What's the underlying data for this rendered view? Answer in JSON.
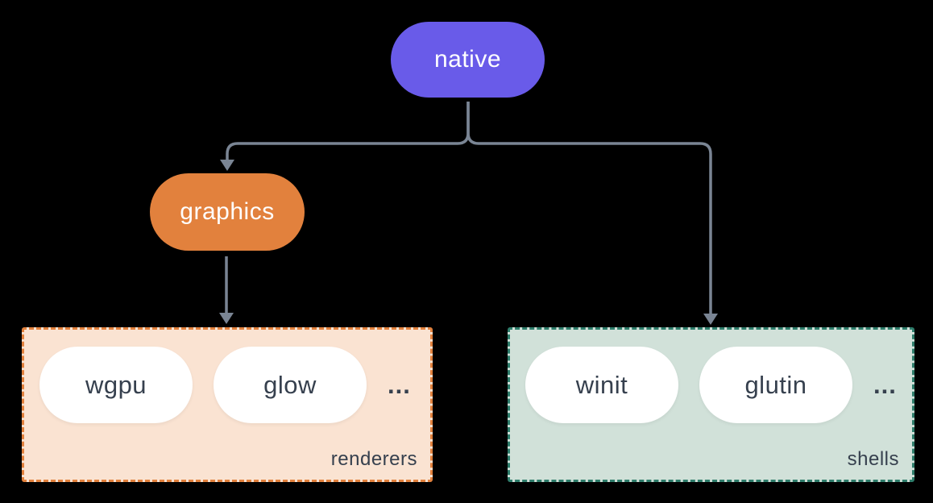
{
  "diagram": {
    "type": "flowchart",
    "background_color": "#000000",
    "connector_color": "#7A8594",
    "item_text_color": "#36404E",
    "nodes": {
      "native": {
        "label": "native",
        "fill": "#695BE9",
        "text_color": "#FFFFFF"
      },
      "graphics": {
        "label": "graphics",
        "fill": "#E2813D",
        "text_color": "#FFFFFF"
      }
    },
    "groups": {
      "renderers": {
        "label": "renderers",
        "items": [
          "wgpu",
          "glow"
        ],
        "ellipsis": "...",
        "fill": "#FAE3D2",
        "border_color": "#E2813D"
      },
      "shells": {
        "label": "shells",
        "items": [
          "winit",
          "glutin"
        ],
        "ellipsis": "...",
        "fill": "#D1E1D9",
        "border_color": "#2E7D6B"
      }
    },
    "edges": [
      {
        "from": "native",
        "to": "graphics"
      },
      {
        "from": "native",
        "to": "shells"
      },
      {
        "from": "graphics",
        "to": "renderers"
      }
    ]
  }
}
